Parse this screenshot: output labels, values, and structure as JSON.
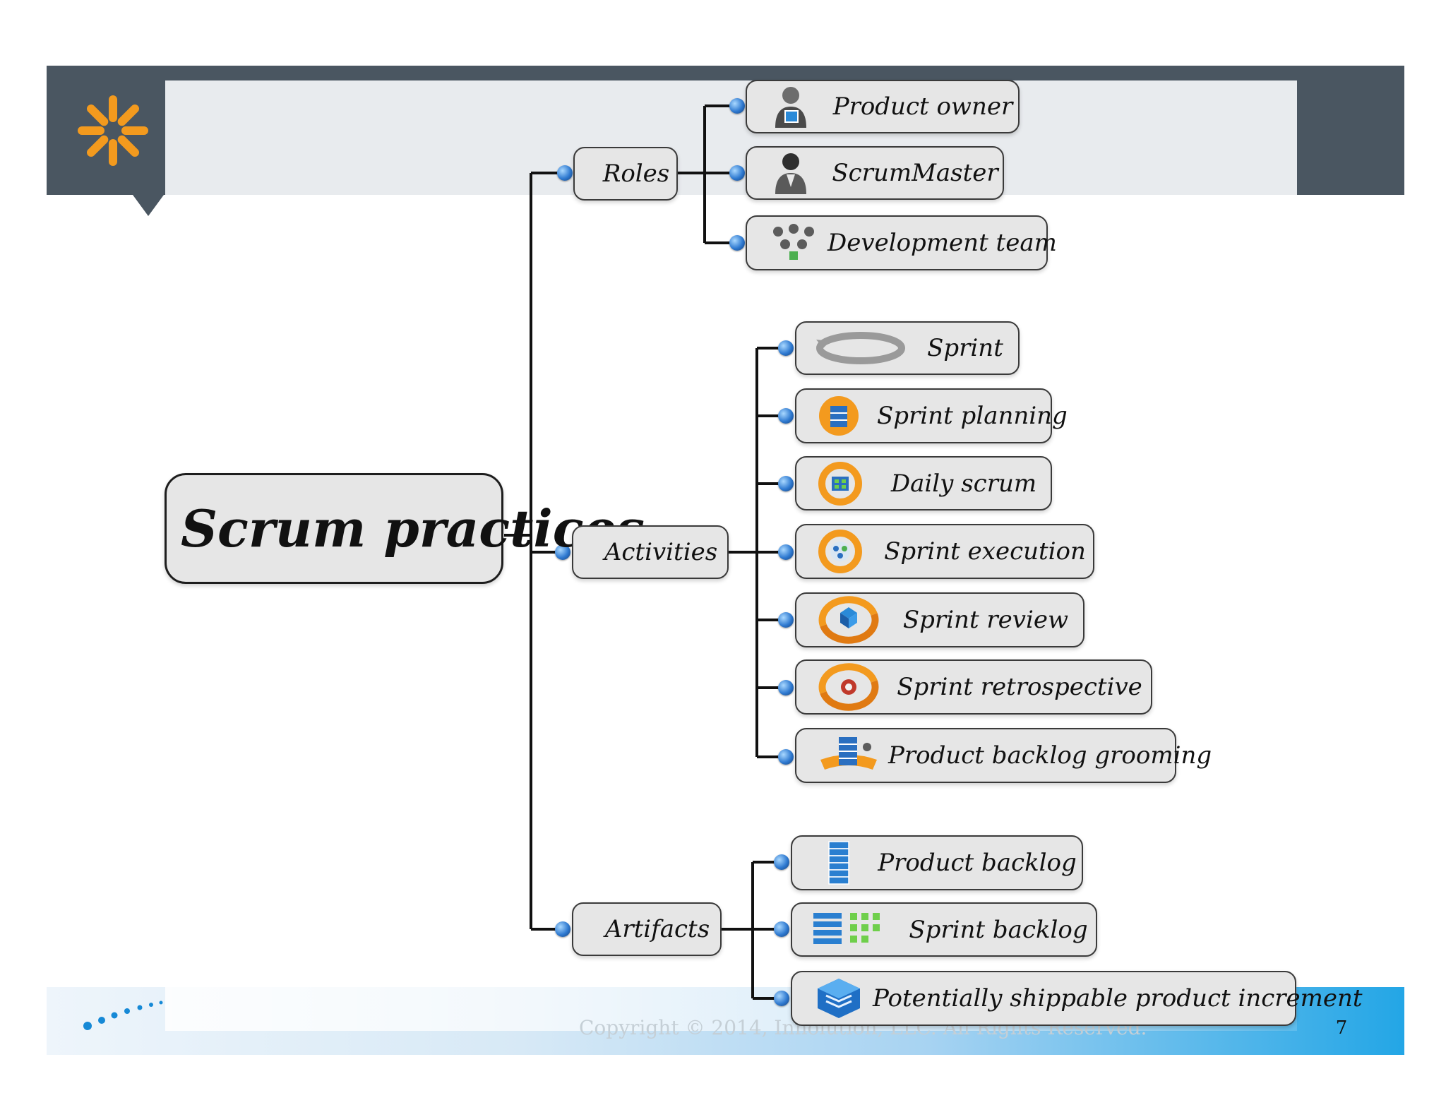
{
  "root": {
    "label": "Scrum practices"
  },
  "categories": [
    {
      "label": "Roles",
      "items": [
        {
          "label": "Product owner",
          "icon": "product-owner-icon"
        },
        {
          "label": "ScrumMaster",
          "icon": "scrummaster-icon"
        },
        {
          "label": "Development team",
          "icon": "development-team-icon"
        }
      ]
    },
    {
      "label": "Activities",
      "items": [
        {
          "label": "Sprint",
          "icon": "sprint-cycle-icon"
        },
        {
          "label": "Sprint planning",
          "icon": "sprint-planning-icon"
        },
        {
          "label": "Daily scrum",
          "icon": "daily-scrum-icon"
        },
        {
          "label": "Sprint execution",
          "icon": "sprint-execution-icon"
        },
        {
          "label": "Sprint review",
          "icon": "sprint-review-icon"
        },
        {
          "label": "Sprint retrospective",
          "icon": "sprint-retrospective-icon"
        },
        {
          "label": "Product backlog grooming",
          "icon": "backlog-grooming-icon"
        }
      ]
    },
    {
      "label": "Artifacts",
      "items": [
        {
          "label": "Product backlog",
          "icon": "product-backlog-icon"
        },
        {
          "label": "Sprint backlog",
          "icon": "sprint-backlog-icon"
        },
        {
          "label": "Potentially shippable product increment",
          "icon": "product-increment-icon"
        }
      ]
    }
  ],
  "footer": {
    "copyright": "Copyright © 2014, Innolution, LLC. All Rights Reserved.",
    "page_number": "7"
  },
  "colors": {
    "header_band": "#4a5661",
    "header_inner": "#e8ebee",
    "logo": "#f39a1e",
    "connector_dot": "#2f7ad1",
    "footer_accent": "#23a6e6"
  }
}
